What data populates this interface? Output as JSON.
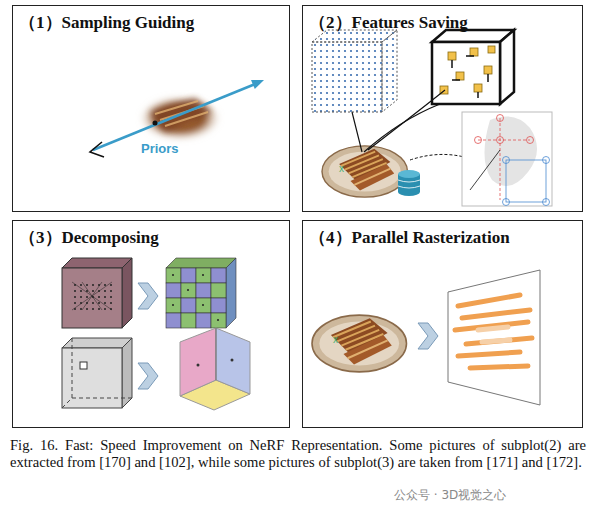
{
  "diagram": {
    "caption": "Fig. 16. Fast: Speed Improvement on NeRF Representation. Some pictures of subplot(2) are extracted from [170] and [102], while some pictures of subplot(3) are taken from [171] and [172].",
    "nodes": [
      {
        "text": [
          "（1）Sampling Guiding"
        ]
      },
      {
        "text": [
          "（2）Features Saving"
        ]
      },
      {
        "text": [
          "（3）Decomposing"
        ]
      },
      {
        "text": [
          "（4）Parallel Rasterization"
        ]
      }
    ],
    "labels": [
      "Priors",
      "x",
      "x",
      "公众号 · 3D视觉之心"
    ]
  }
}
